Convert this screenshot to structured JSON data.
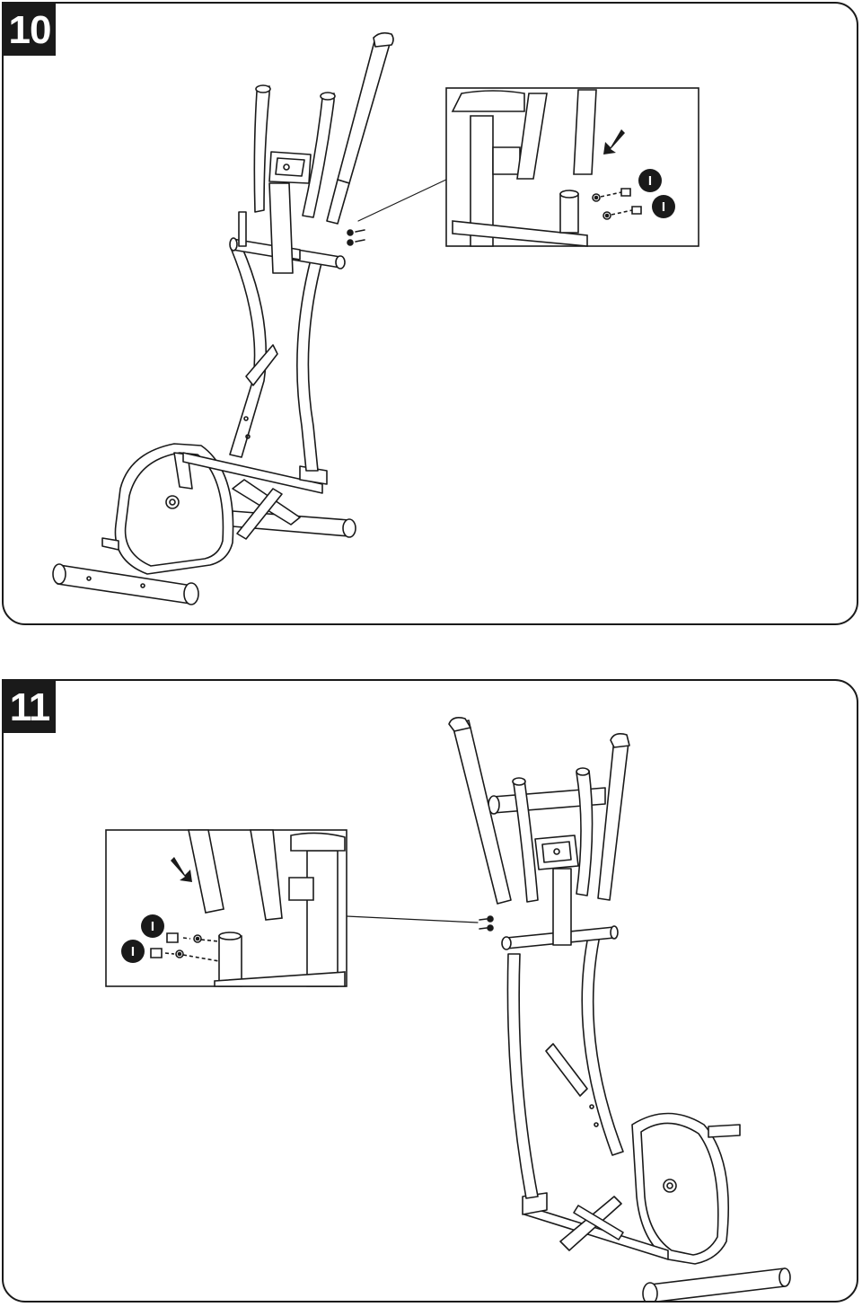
{
  "steps": [
    {
      "number": "10",
      "part_labels": [
        "I",
        "I"
      ]
    },
    {
      "number": "11",
      "part_labels": [
        "I",
        "I"
      ]
    }
  ]
}
